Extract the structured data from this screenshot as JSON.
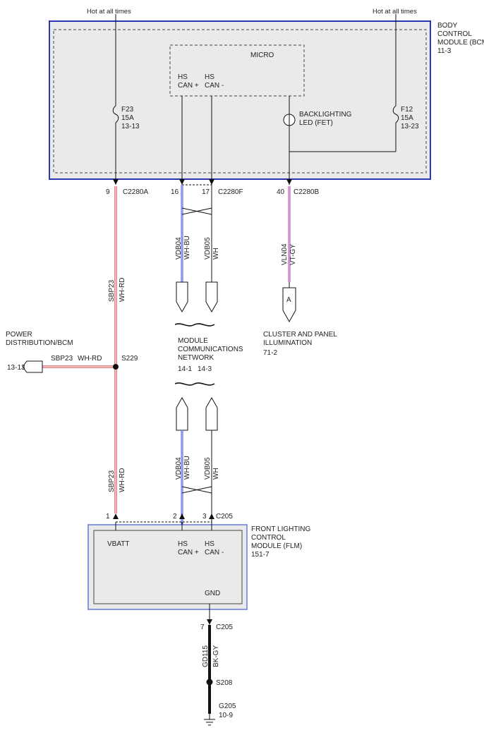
{
  "hot_left": "Hot at all times",
  "hot_right": "Hot at all times",
  "bcm": {
    "name_lines": [
      "BODY",
      "CONTROL",
      "MODULE (BCM)",
      "11-3"
    ],
    "micro": "MICRO",
    "hs_can_plus": [
      "HS",
      "CAN +"
    ],
    "hs_can_minus": [
      "HS",
      "CAN -"
    ],
    "fuse_f23": [
      "F23",
      "15A",
      "13-13"
    ],
    "fuse_f12": [
      "F12",
      "15A",
      "13-23"
    ],
    "backlighting": [
      "BACKLIGHTING",
      "LED (FET)"
    ]
  },
  "connectors": {
    "c2280a_pin": "9",
    "c2280a": "C2280A",
    "c2280f_pin1": "16",
    "c2280f_pin2": "17",
    "c2280f": "C2280F",
    "c2280b_pin": "40",
    "c2280b": "C2280B",
    "c205_pin1": "1",
    "c205_pin2": "2",
    "c205_pin3": "3",
    "c205": "C205",
    "c205_gnd_pin": "7",
    "c205_gnd": "C205"
  },
  "wires": {
    "sbp23": "SBP23",
    "wh_rd": "WH-RD",
    "vdb04": "VDB04",
    "wh_bu": "WH-BU",
    "vdb05": "VDB05",
    "wh": "WH",
    "vln04": "VLN04",
    "vt_gy": "VT-GY",
    "gd115": "GD115",
    "bk_gy": "BK-GY"
  },
  "power_dist": {
    "lines": [
      "POWER",
      "DISTRIBUTION/BCM"
    ],
    "ref": "13-13",
    "wire": "SBP23",
    "color": "WH-RD",
    "splice": "S229"
  },
  "network": {
    "lines": [
      "MODULE",
      "COMMUNICATIONS",
      "NETWORK"
    ],
    "ref1": "14-1",
    "ref2": "14-3"
  },
  "cluster": {
    "letter": "A",
    "lines": [
      "CLUSTER AND PANEL",
      "ILLUMINATION",
      "71-2"
    ]
  },
  "flm": {
    "name_lines": [
      "FRONT LIGHTING",
      "CONTROL",
      "MODULE (FLM)",
      "151-7"
    ],
    "vbatt": "VBATT",
    "hs_can_plus": [
      "HS",
      "CAN +"
    ],
    "hs_can_minus": [
      "HS",
      "CAN -"
    ],
    "gnd": "GND"
  },
  "ground": {
    "splice": "S208",
    "g205": "G205",
    "ref": "10-9"
  },
  "colors": {
    "module_border": "#2b35b8",
    "module_fill": "#e8e8e8",
    "wire_wh_rd": "#e08888",
    "wire_wh_bu": "#4a5bd6",
    "wire_vt_gy": "#b04fb7",
    "wire_black": "#111111"
  }
}
